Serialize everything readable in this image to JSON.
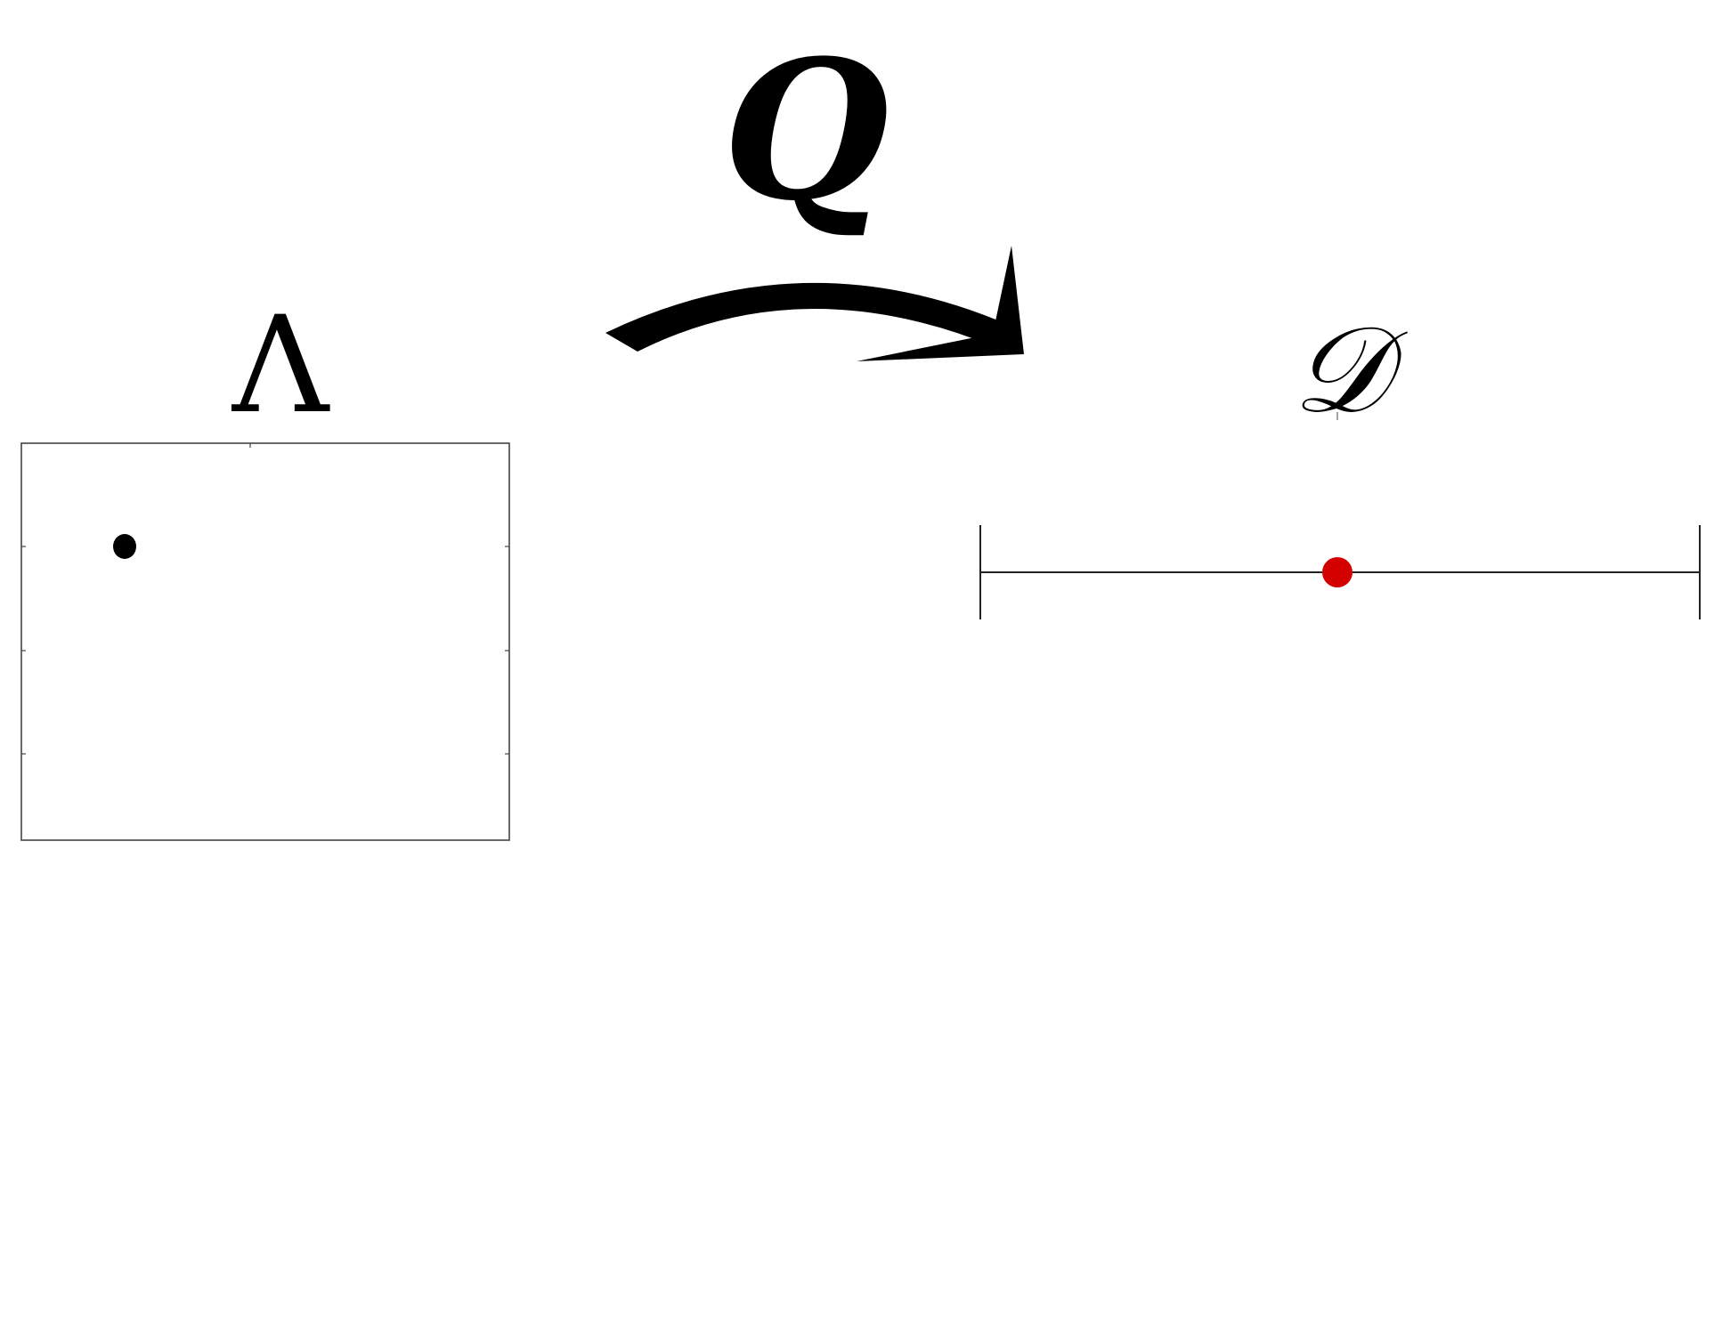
{
  "labels": {
    "parameter_space": "Λ",
    "map": "Q",
    "data_space": "𝒟"
  },
  "colors": {
    "ink": "#000000",
    "frame": "#444444",
    "data_point": "#d40000",
    "background": "#ffffff"
  }
}
